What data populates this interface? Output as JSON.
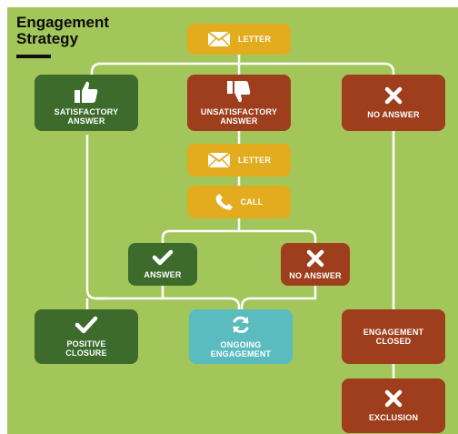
{
  "title": {
    "line1": "Engagement",
    "line2": "Strategy"
  },
  "colors": {
    "background": "#a3c65a",
    "yellow": "#e3ac1f",
    "green": "#3d6b2c",
    "red": "#9e3e1d",
    "teal": "#5bbcc0",
    "line": "#ffffff"
  },
  "nodes": {
    "letter_top": {
      "label": "LETTER",
      "icon": "envelope-icon"
    },
    "satisfactory": {
      "label1": "SATISFACTORY",
      "label2": "ANSWER",
      "icon": "thumbs-up-icon"
    },
    "unsatisfactory": {
      "label1": "UNSATISFACTORY",
      "label2": "ANSWER",
      "icon": "thumbs-down-icon"
    },
    "no_answer_top": {
      "label": "NO ANSWER",
      "icon": "cross-icon"
    },
    "letter_mid": {
      "label": "LETTER",
      "icon": "envelope-icon"
    },
    "call": {
      "label": "CALL",
      "icon": "phone-icon"
    },
    "answer": {
      "label": "ANSWER",
      "icon": "checkmark-icon"
    },
    "no_answer_mid": {
      "label": "NO ANSWER",
      "icon": "cross-icon"
    },
    "positive_closure": {
      "label1": "POSITIVE",
      "label2": "CLOSURE",
      "icon": "checkmark-icon"
    },
    "ongoing": {
      "label1": "ONGOING",
      "label2": "ENGAGEMENT",
      "icon": "refresh-icon"
    },
    "engagement_closed": {
      "label1": "ENGAGEMENT",
      "label2": "CLOSED"
    },
    "exclusion": {
      "label": "EXCLUSION",
      "icon": "cross-icon"
    }
  }
}
